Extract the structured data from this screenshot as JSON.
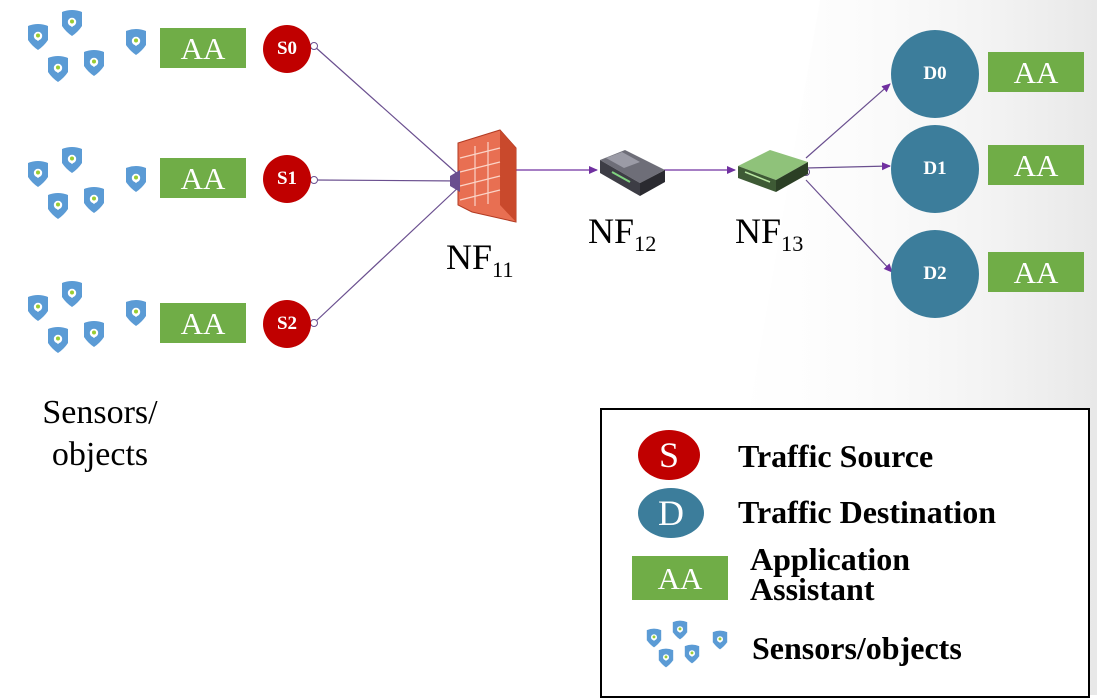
{
  "sources": [
    {
      "id": "S0",
      "aa_label": "AA"
    },
    {
      "id": "S1",
      "aa_label": "AA"
    },
    {
      "id": "S2",
      "aa_label": "AA"
    }
  ],
  "destinations": [
    {
      "id": "D0",
      "aa_label": "AA"
    },
    {
      "id": "D1",
      "aa_label": "AA"
    },
    {
      "id": "D2",
      "aa_label": "AA"
    }
  ],
  "network_functions": [
    {
      "base": "NF",
      "sub": "11",
      "kind": "firewall"
    },
    {
      "base": "NF",
      "sub": "12",
      "kind": "router"
    },
    {
      "base": "NF",
      "sub": "13",
      "kind": "switch"
    }
  ],
  "sensors_caption": {
    "line1": "Sensors/",
    "line2": "objects"
  },
  "legend": {
    "source_symbol": "S",
    "source_label": "Traffic Source",
    "destination_symbol": "D",
    "destination_label": "Traffic Destination",
    "aa_symbol": "AA",
    "aa_label_line1": "Application",
    "aa_label_line2": "Assistant",
    "sensors_label": "Sensors/objects"
  },
  "colors": {
    "source": "#c00000",
    "destination": "#3c7d9b",
    "assistant": "#70ad47",
    "sensor": "#5b9bd5",
    "link": "#6a4f8f"
  },
  "icons": {
    "sensor": "map-pin-icon",
    "firewall": "firewall-icon",
    "router": "router-icon",
    "switch": "switch-icon"
  }
}
